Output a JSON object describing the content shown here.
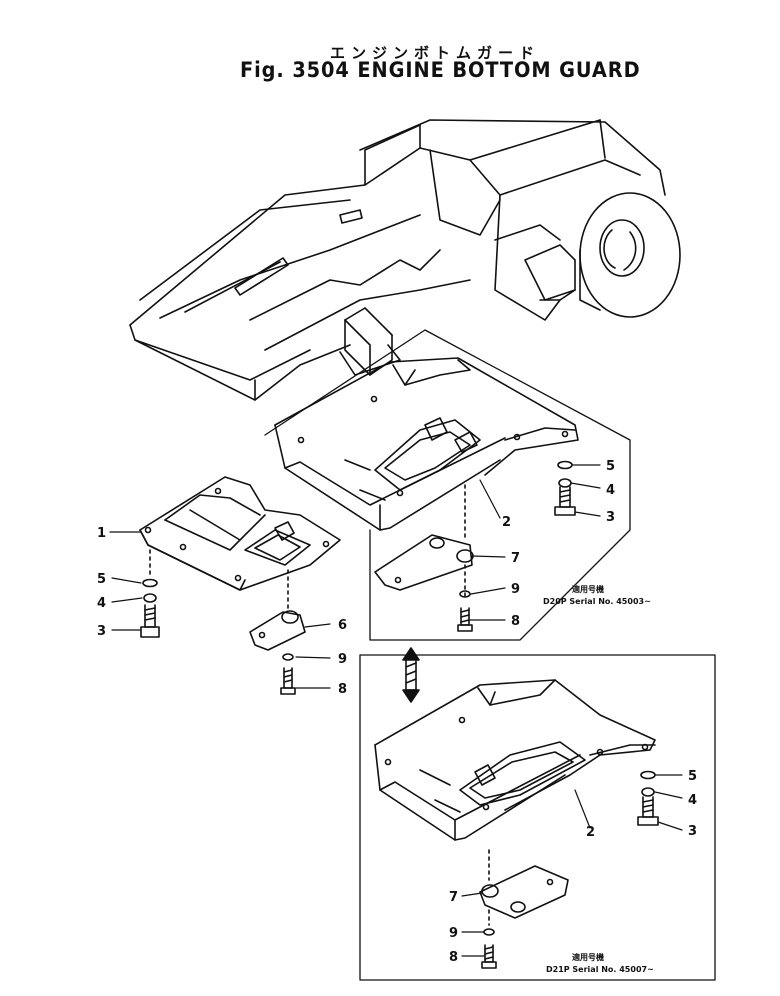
{
  "title": {
    "japanese": "エンジンボトムガード",
    "english": "Fig. 3504 ENGINE BOTTOM GUARD"
  },
  "callouts": {
    "c1": "1",
    "c2a": "2",
    "c2b": "2",
    "c3a": "3",
    "c3b": "3",
    "c3c": "3",
    "c4a": "4",
    "c4b": "4",
    "c4c": "4",
    "c5a": "5",
    "c5b": "5",
    "c5c": "5",
    "c6": "6",
    "c7a": "7",
    "c7b": "7",
    "c8a": "8",
    "c8b": "8",
    "c8c": "8",
    "c9a": "9",
    "c9b": "9",
    "c9c": "9"
  },
  "notes": {
    "upper_heading": "適用号機",
    "upper_serial": "D20P  Serial  No. 45003~",
    "lower_heading": "適用号機",
    "lower_serial": "D21P  Serial  No. 45007~"
  }
}
